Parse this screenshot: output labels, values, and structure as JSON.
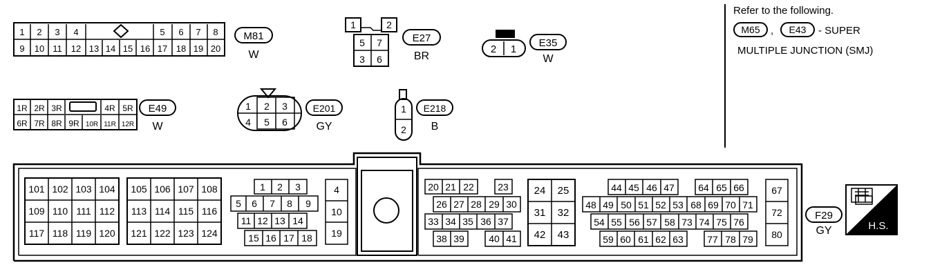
{
  "connectors": [
    {
      "code": "M81",
      "color": "W",
      "rows": [
        [
          "1",
          "2",
          "3",
          "4",
          "",
          "",
          "5",
          "6",
          "7",
          "8"
        ],
        [
          "9",
          "10",
          "11",
          "12",
          "13",
          "14",
          "15",
          "16",
          "17",
          "18",
          "19",
          "20"
        ]
      ]
    },
    {
      "code": "E27",
      "color": "BR",
      "rows": [
        [
          "1",
          "2"
        ],
        [
          "5",
          "7"
        ],
        [
          "3",
          "6"
        ]
      ]
    },
    {
      "code": "E35",
      "color": "W",
      "rows": [
        [
          "2",
          "1"
        ]
      ]
    },
    {
      "code": "E49",
      "color": "W",
      "rows": [
        [
          "1R",
          "2R",
          "3R",
          "4R",
          "5R"
        ],
        [
          "6R",
          "7R",
          "8R",
          "9R",
          "10R",
          "11R",
          "12R"
        ]
      ]
    },
    {
      "code": "E201",
      "color": "GY",
      "rows": [
        [
          "1",
          "2",
          "3"
        ],
        [
          "4",
          "5",
          "6"
        ]
      ]
    },
    {
      "code": "E218",
      "color": "B",
      "rows": [
        [
          "1"
        ],
        [
          "2"
        ]
      ]
    }
  ],
  "note": {
    "line1": "Refer to the following.",
    "ref1": "M65",
    "sep": ",",
    "ref2": "E43",
    "dash": "- SUPER",
    "line3": "MULTIPLE JUNCTION (SMJ)"
  },
  "ecm": {
    "code": "F29",
    "color": "GY",
    "badge": "H.S.",
    "block1": [
      [
        "101",
        "102",
        "103",
        "104"
      ],
      [
        "109",
        "110",
        "111",
        "112"
      ],
      [
        "117",
        "118",
        "119",
        "120"
      ]
    ],
    "block2": [
      [
        "105",
        "106",
        "107",
        "108"
      ],
      [
        "113",
        "114",
        "115",
        "116"
      ],
      [
        "121",
        "122",
        "123",
        "124"
      ]
    ],
    "block3": [
      [
        "1",
        "2",
        "3"
      ],
      [
        "5",
        "6",
        "7",
        "8",
        "9"
      ],
      [
        "11",
        "12",
        "13",
        "14"
      ],
      [
        "15",
        "16",
        "17",
        "18"
      ]
    ],
    "block4": [
      "4",
      "10",
      "19"
    ],
    "block5": [
      [
        "20",
        "21",
        "22",
        "23"
      ],
      [
        "26",
        "27",
        "28",
        "29",
        "30"
      ],
      [
        "33",
        "34",
        "35",
        "36",
        "37"
      ],
      [
        "38",
        "39",
        "40",
        "41"
      ]
    ],
    "block6": [
      [
        "24",
        "25"
      ],
      [
        "31",
        "32"
      ],
      [
        "42",
        "43"
      ]
    ],
    "block7": [
      [
        "44",
        "45",
        "46",
        "47",
        "64",
        "65",
        "66"
      ],
      [
        "48",
        "49",
        "50",
        "51",
        "52",
        "53",
        "68",
        "69",
        "70",
        "71"
      ],
      [
        "54",
        "55",
        "56",
        "57",
        "58",
        "73",
        "74",
        "75",
        "76"
      ],
      [
        "59",
        "60",
        "61",
        "62",
        "63",
        "77",
        "78",
        "79"
      ]
    ],
    "block8": [
      "67",
      "72",
      "80"
    ]
  }
}
